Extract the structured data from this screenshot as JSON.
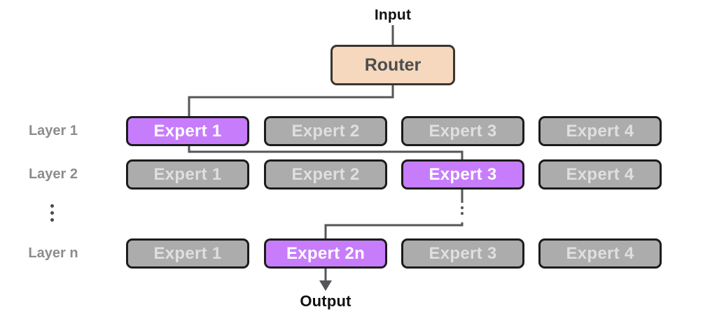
{
  "diagram": {
    "title_semantic": "mixture-of-experts-routing",
    "input_label": "Input",
    "router_label": "Router",
    "output_label": "Output",
    "layers_ellipsis": "⋮",
    "colors": {
      "router_fill": "#F5D8BD",
      "router_border": "#3A362F",
      "router_text": "#4D4D4D",
      "expert_fill": "#ACACAC",
      "expert_text": "#DFDFDF",
      "expert_border": "#1C1C1C",
      "expert_active_fill": "#C77DFB",
      "expert_active_text": "#FFFFFF",
      "line": "#55555A",
      "layer_label_text": "#8C8C8C",
      "io_text": "#111111"
    },
    "layers": [
      {
        "label": "Layer 1",
        "experts": [
          {
            "label": "Expert 1",
            "active": true
          },
          {
            "label": "Expert 2",
            "active": false
          },
          {
            "label": "Expert 3",
            "active": false
          },
          {
            "label": "Expert 4",
            "active": false
          }
        ]
      },
      {
        "label": "Layer 2",
        "experts": [
          {
            "label": "Expert 1",
            "active": false
          },
          {
            "label": "Expert 2",
            "active": false
          },
          {
            "label": "Expert 3",
            "active": true
          },
          {
            "label": "Expert 4",
            "active": false
          }
        ]
      },
      {
        "label": "Layer n",
        "experts": [
          {
            "label": "Expert 1",
            "active": false
          },
          {
            "label": "Expert 2n",
            "active": true
          },
          {
            "label": "Expert 3",
            "active": false
          },
          {
            "label": "Expert 4",
            "active": false
          }
        ]
      }
    ],
    "routing_path": [
      "Input",
      "Router",
      "Layer 1 Expert 1",
      "Layer 2 Expert 3",
      "Layer n Expert 2n",
      "Output"
    ]
  }
}
